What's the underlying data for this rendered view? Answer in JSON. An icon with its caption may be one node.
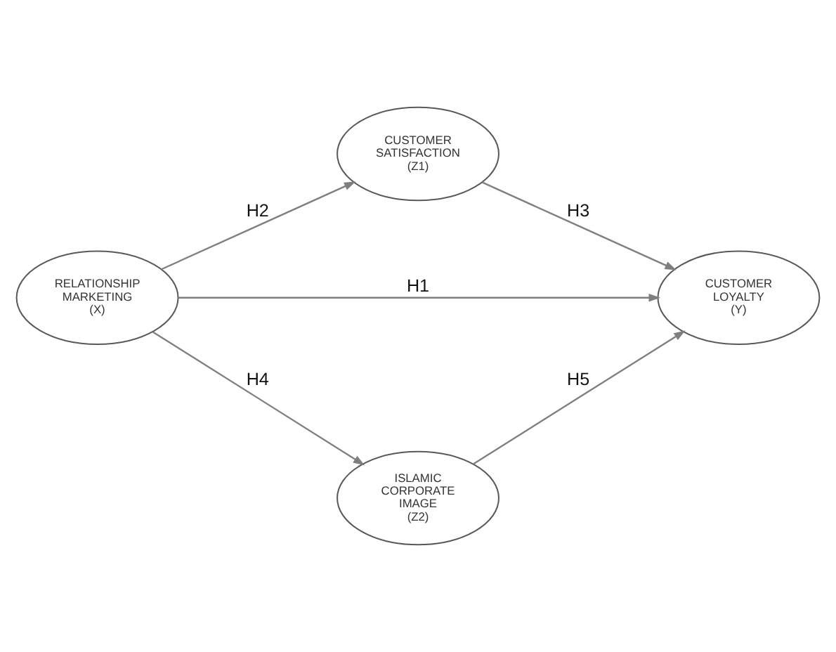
{
  "diagram": {
    "nodes": [
      {
        "text": [
          "CUSTOMER SATISFACTION (Z1)"
        ]
      },
      {
        "text": [
          "RELATIONSHIP MARKETING (X)"
        ]
      },
      {
        "text": [
          "CUSTOMER LOYALTY (Y)"
        ]
      },
      {
        "text": [
          "ISLAMIC CORPORATE IMAGE (Z2)"
        ]
      }
    ],
    "edges": [
      {
        "from": 1,
        "to": 0,
        "arrow": "to",
        "label": "H2"
      },
      {
        "from": 0,
        "to": 2,
        "arrow": "to",
        "label": "H3"
      },
      {
        "from": 1,
        "to": 2,
        "arrow": "to",
        "label": "H1"
      },
      {
        "from": 1,
        "to": 3,
        "arrow": "to",
        "label": "H4"
      },
      {
        "from": 3,
        "to": 2,
        "arrow": "to",
        "label": "H5"
      }
    ]
  }
}
